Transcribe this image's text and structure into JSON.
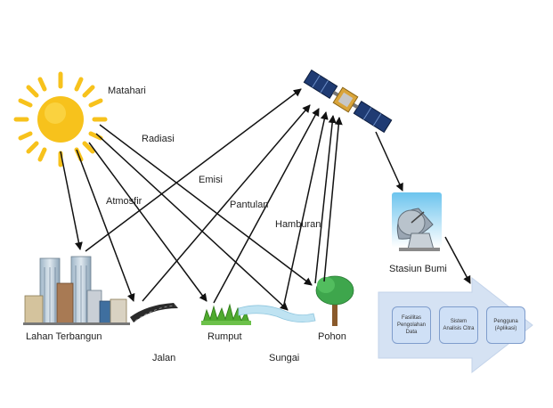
{
  "labels": {
    "matahari": "Matahari",
    "radiasi": "Radiasi",
    "emisi": "Emisi",
    "atmosfir": "Atmosfir",
    "pantulan": "Pantulan",
    "hamburan": "Hamburan",
    "lahan_terbangun": "Lahan Terbangun",
    "rumput": "Rumput",
    "pohon": "Pohon",
    "jalan": "Jalan",
    "sungai": "Sungai",
    "stasiun_bumi": "Stasiun Bumi"
  },
  "process_boxes": [
    "Fasilitas Pengolahan Data",
    "Sistem Analisis Citra",
    "Pengguna (Aplikasi)"
  ],
  "icons": {
    "sun": "sun-icon",
    "satellite": "satellite-icon",
    "dish": "satellite-dish-icon",
    "buildings": "buildings-icon",
    "grass": "grass-icon",
    "tree": "tree-icon",
    "road": "road-icon",
    "river": "river-icon"
  },
  "colors": {
    "sun": "#f7c21c",
    "arrow": "#111111",
    "process_arrow": "#c9d9ef",
    "box_fill": "#cfe0f6"
  }
}
